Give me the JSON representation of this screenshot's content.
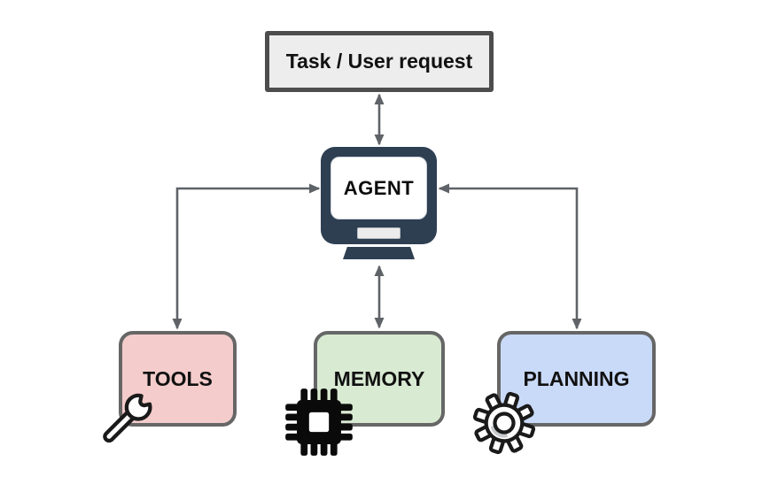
{
  "diagram": {
    "task_box": {
      "label": "Task / User request",
      "fill": "#ededed",
      "border_color": "#4d4d4d"
    },
    "agent": {
      "label": "AGENT",
      "monitor_color": "#2e3f52",
      "screen_color": "#ffffff"
    },
    "modules": [
      {
        "label": "TOOLS",
        "fill": "#f4cccc",
        "icon": "wrench-icon"
      },
      {
        "label": "MEMORY",
        "fill": "#d9ead3",
        "icon": "chip-icon"
      },
      {
        "label": "PLANNING",
        "fill": "#c9daf8",
        "icon": "gear-icon"
      }
    ],
    "connections": [
      {
        "from": "Task / User request",
        "to": "AGENT",
        "bidirectional": true
      },
      {
        "from": "AGENT",
        "to": "TOOLS",
        "bidirectional": true
      },
      {
        "from": "AGENT",
        "to": "MEMORY",
        "bidirectional": true
      },
      {
        "from": "AGENT",
        "to": "PLANNING",
        "bidirectional": true
      }
    ],
    "colors": {
      "arrow": "#5f6368",
      "module_border": "#666666",
      "icon_stroke": "#1a1a1a",
      "text": "#111111",
      "background": "#ffffff"
    }
  }
}
